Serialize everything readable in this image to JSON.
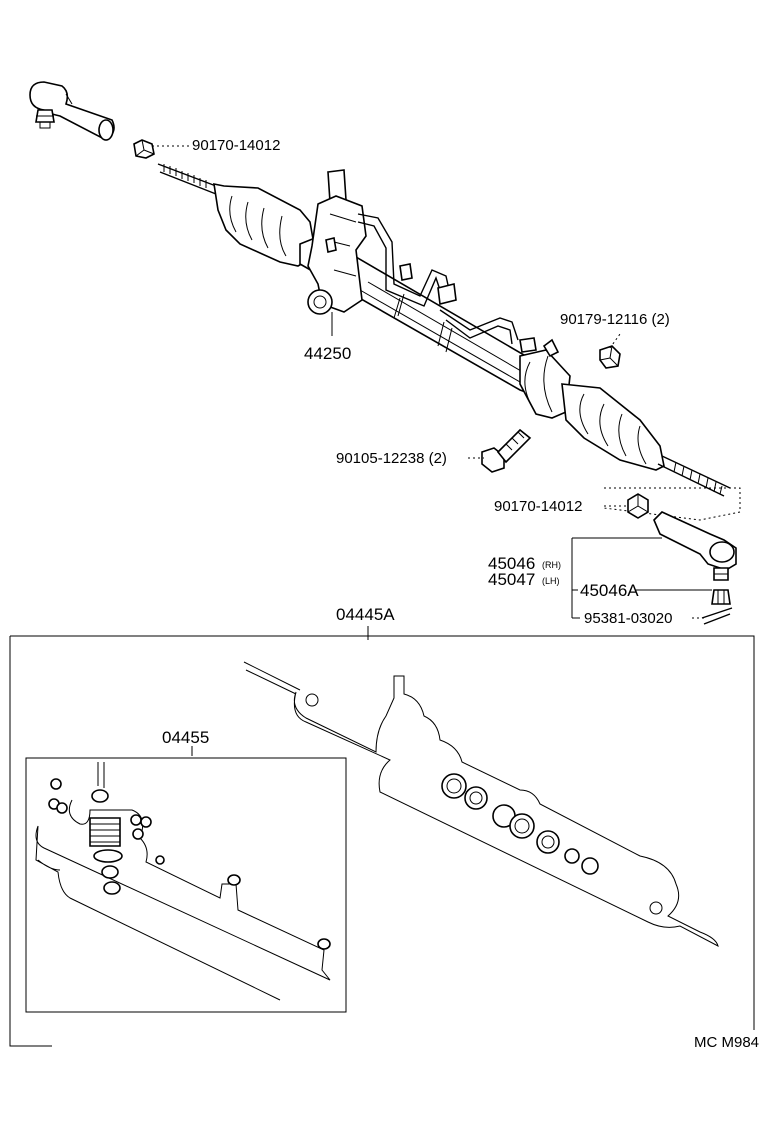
{
  "labels": {
    "p1": "90170-14012",
    "p2": "44250",
    "p3": "90179-12116 (2)",
    "p4": "90105-12238 (2)",
    "p5": "90170-14012",
    "p6": "45046",
    "p6s": "(RH)",
    "p7": "45047",
    "p7s": "(LH)",
    "p8": "45046A",
    "p9": "95381-03020",
    "p10": "04445A",
    "p11": "04455",
    "footer": "MC M984"
  }
}
